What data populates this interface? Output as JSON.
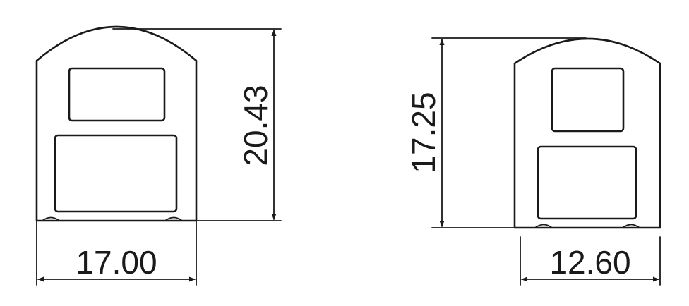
{
  "dimensions": {
    "left_width": "17.00",
    "left_height": "20.43",
    "right_height": "17.25",
    "right_width": "12.60"
  }
}
